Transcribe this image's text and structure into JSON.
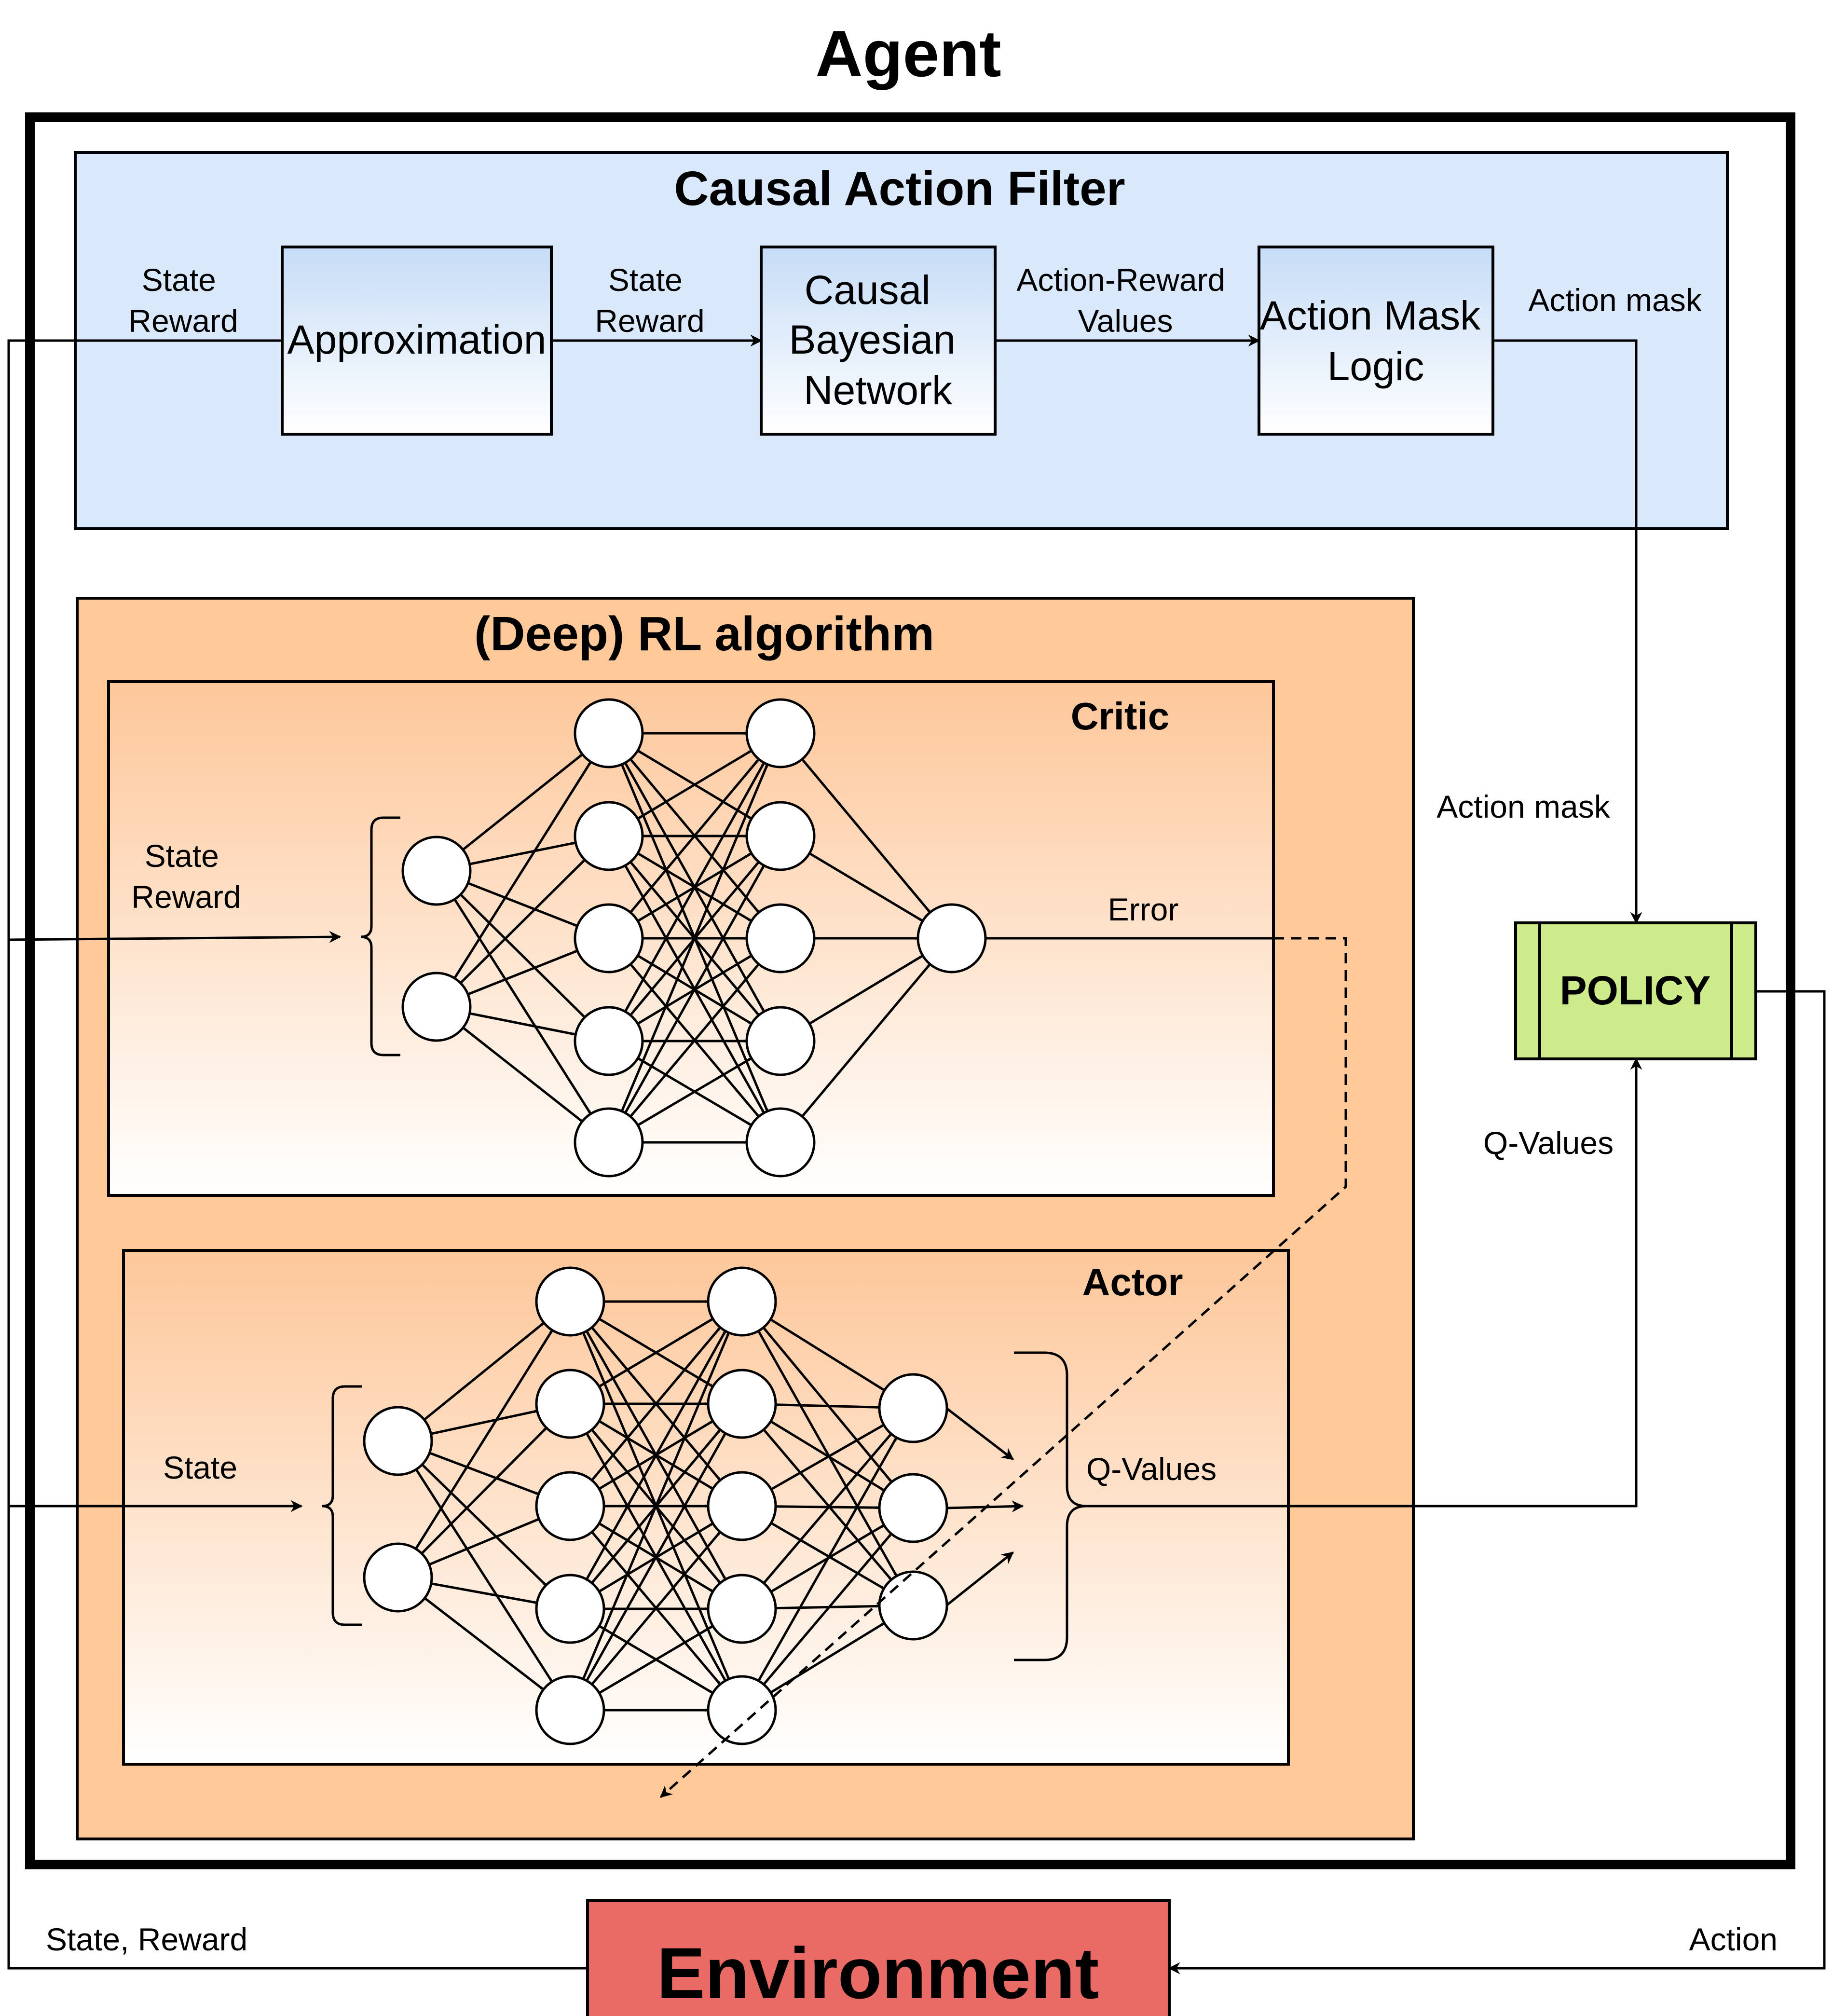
{
  "title": "Agent",
  "causal_filter": {
    "title": "Causal Action Filter",
    "approximation": "Approximation",
    "cbn": [
      "Causal",
      "Bayesian",
      "Network"
    ],
    "mask_logic": [
      "Action Mask",
      "Logic"
    ],
    "labels": {
      "in_state": "State",
      "in_reward": "Reward",
      "mid_state": "State",
      "mid_reward": "Reward",
      "ar_line1": "Action-Reward",
      "ar_line2": "Values",
      "action_mask": "Action mask"
    }
  },
  "rl": {
    "title": "(Deep) RL algorithm",
    "critic": {
      "title": "Critic",
      "in_state": "State",
      "in_reward": "Reward",
      "error": "Error",
      "layers": [
        2,
        5,
        5,
        1
      ]
    },
    "actor": {
      "title": "Actor",
      "in_state": "State",
      "q_values": "Q-Values",
      "layers": [
        2,
        5,
        5,
        3
      ]
    }
  },
  "side_labels": {
    "action_mask": "Action mask",
    "q_values": "Q-Values"
  },
  "policy": "POLICY",
  "environment": "Environment",
  "bottom_labels": {
    "state_reward": "State, Reward",
    "action": "Action"
  },
  "colors": {
    "filter_bg": "#dae8fc",
    "rl_bg": "#ffc999",
    "policy_bg": "#cdeb8b",
    "env_bg": "#ea6b66"
  }
}
